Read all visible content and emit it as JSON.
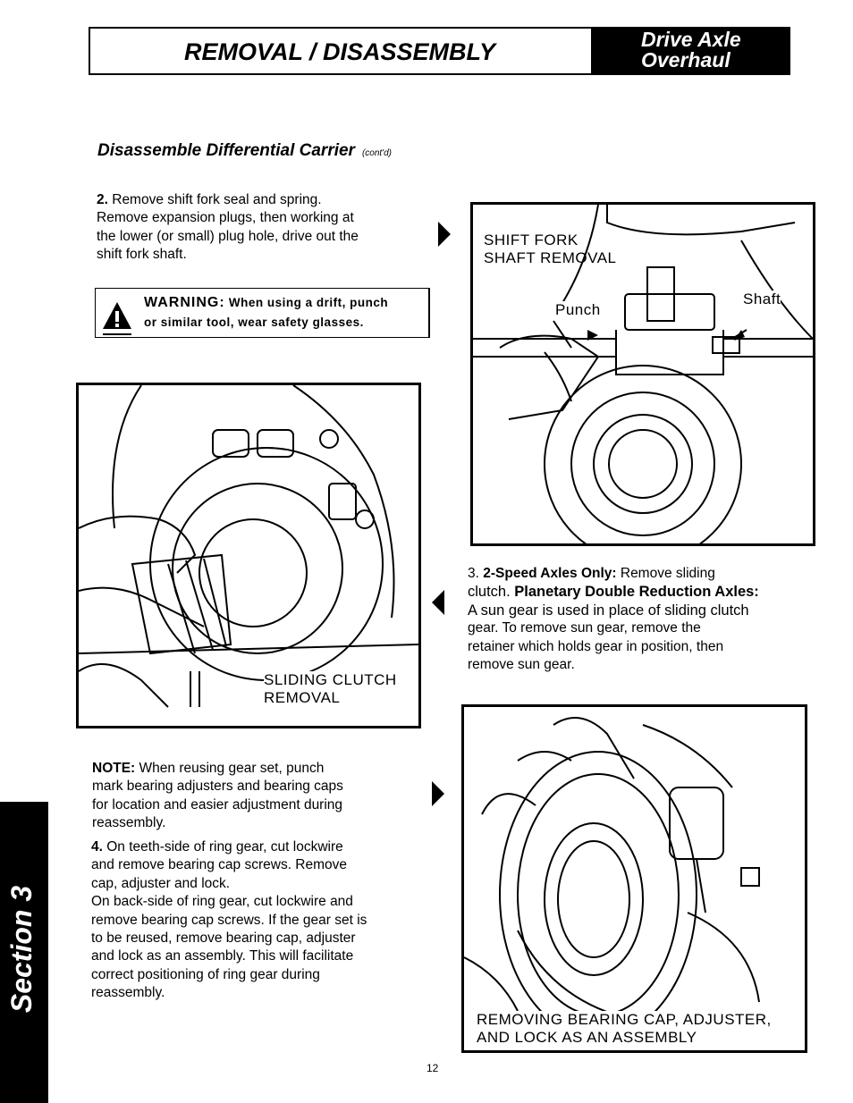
{
  "header": {
    "title": "REMOVAL / DISASSEMBLY",
    "right_line1": "Drive Axle",
    "right_line2": "Overhaul"
  },
  "section": {
    "title": "Disassemble Differential Carrier",
    "cont": "(cont'd)"
  },
  "step2": {
    "num": "2.",
    "line1": " Remove shift fork seal and spring.",
    "line2": "Remove expansion plugs, then working at",
    "line3": "the lower (or small) plug hole, drive out the",
    "line4": "shift fork shaft."
  },
  "warning": {
    "lead": "WARNING:",
    "line1": " When using a drift, punch",
    "line2": "or similar tool, wear safety glasses."
  },
  "figures": {
    "shift_fork": {
      "label1": "SHIFT FORK",
      "label2": "SHAFT REMOVAL",
      "punch": "Punch",
      "shaft": "Shaft"
    },
    "sliding_clutch": {
      "label1": "SLIDING CLUTCH",
      "label2": "REMOVAL"
    },
    "bearing_cap": {
      "label1": "REMOVING BEARING CAP, ADJUSTER,",
      "label2": "AND LOCK AS AN ASSEMBLY"
    }
  },
  "step3": {
    "num": "3.",
    "bold1": "2-Speed Axles Only:",
    "text1": " Remove sliding",
    "line2a": "clutch.",
    "bold2": " Planetary Double Reduction Axles:",
    "line3": "A sun gear is used in place of sliding clutch",
    "line4": "gear. To remove sun gear, remove the",
    "line5": "retainer which holds gear in position, then",
    "line6": "remove sun gear."
  },
  "note": {
    "lead": "NOTE:",
    "line1": " When reusing gear set, punch",
    "line2": "mark bearing adjusters and bearing caps",
    "line3": "for location and easier adjustment during",
    "line4": "reassembly."
  },
  "step4": {
    "num": "4.",
    "line1": " On teeth-side of ring gear, cut lockwire",
    "line2": "and remove bearing cap screws. Remove",
    "line3": "cap, adjuster and lock.",
    "line4": "On back-side of ring gear, cut lockwire and",
    "line5": "remove bearing cap screws. If the gear set is",
    "line6": "to be reused, remove bearing cap, adjuster",
    "line7": "and lock as an assembly. This will facilitate",
    "line8": "correct positioning of ring gear during",
    "line9": "reassembly."
  },
  "sidebar": {
    "label": "Section 3"
  },
  "footer": {
    "page": "12"
  }
}
